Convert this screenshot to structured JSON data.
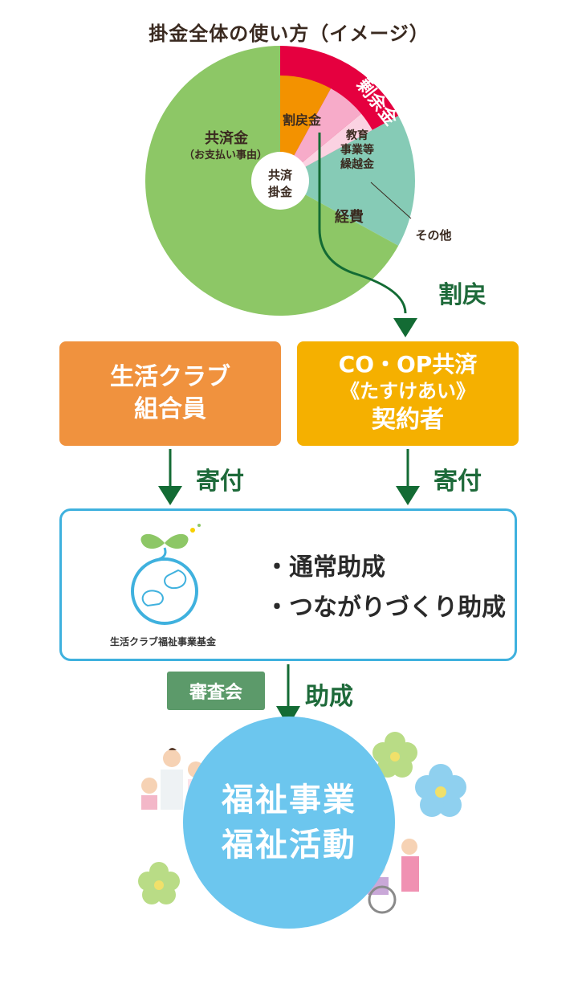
{
  "title": "掛金全体の使い方（イメージ）",
  "pie": {
    "kyosai_line1": "共済金",
    "kyosai_line2": "（お支払い事由）",
    "center_line1": "共済",
    "center_line2": "掛金",
    "warimodoshi": "割戻金",
    "kyoiku_line1": "教育",
    "kyoiku_line2": "事業等",
    "kyoiku_line3": "繰越金",
    "jouyo": "剰余金",
    "keihi": "経費",
    "sonota": "その他"
  },
  "chart_data": {
    "type": "pie",
    "slices": [
      {
        "label": "割戻金",
        "value": 8
      },
      {
        "label": "教育事業等繰越金",
        "value": 6
      },
      {
        "label": "その他",
        "value": 3
      },
      {
        "label": "経費",
        "value": 16
      },
      {
        "label": "共済金（お支払い事由）",
        "value": 67
      }
    ],
    "colors": {
      "kyosai": "#8dc766",
      "warimodoshi": "#f39200",
      "kyoiku": "#f7abc9",
      "sonota": "#fbd2e2",
      "keihi": "#86cbb6",
      "jouyo_ring": "#e5003f"
    }
  },
  "flow": {
    "warimodoshi_label": "割戻",
    "member_line1": "生活クラブ",
    "member_line2": "組合員",
    "contract_line1": "CO・OP共済",
    "contract_line2": "《たすけあい》",
    "contract_line3": "契約者",
    "kifu_left": "寄付",
    "kifu_right": "寄付",
    "fund_name": "生活クラブ福祉事業基金",
    "bullet1": "・通常助成",
    "bullet2": "・つながりづくり助成",
    "review": "審査会",
    "josei": "助成",
    "welfare_line1": "福祉事業",
    "welfare_line2": "福祉活動"
  },
  "colors": {
    "arrow": "#136b34",
    "member_box": "#f0923e",
    "contract_box": "#f5b000",
    "fund_border": "#3fb1de",
    "welfare_circle": "#6cc6ee",
    "review_box": "#5c9a6a"
  }
}
